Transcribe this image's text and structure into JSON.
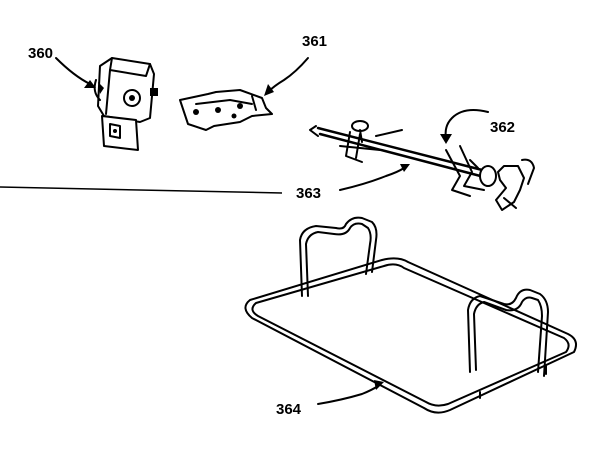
{
  "diagram": {
    "callouts": [
      {
        "id": "360",
        "label": "360",
        "part": "rotisserie motor"
      },
      {
        "id": "361",
        "label": "361",
        "part": "mounting bracket"
      },
      {
        "id": "362",
        "label": "362",
        "part": "spit forks"
      },
      {
        "id": "363",
        "label": "363",
        "part": "spit rod"
      },
      {
        "id": "364",
        "label": "364",
        "part": "wire rack"
      }
    ]
  }
}
